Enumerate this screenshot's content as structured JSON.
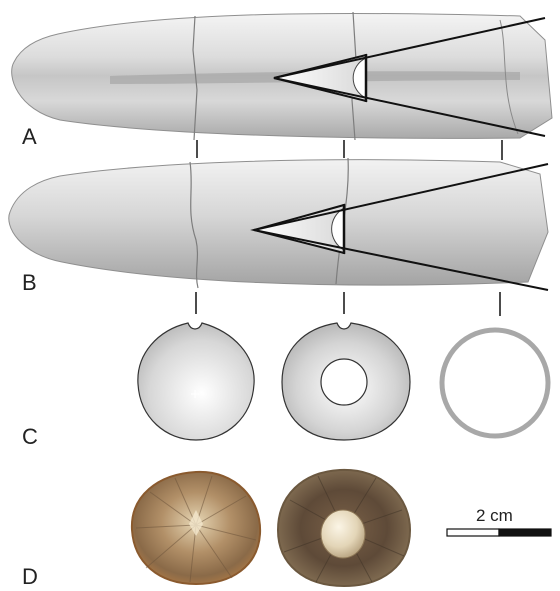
{
  "panels": {
    "a": {
      "label": "A"
    },
    "b": {
      "label": "B"
    },
    "c": {
      "label": "C"
    },
    "d": {
      "label": "D"
    }
  },
  "scale_bar": {
    "label": "2 cm"
  },
  "colors": {
    "fossil_light": "#eeeeee",
    "fossil_mid": "#c9c9c9",
    "fossil_dark": "#9a9a9a",
    "outline": "#111111",
    "section_grey": "#a8a8a8",
    "specimen_brown": "#9a7a5a",
    "specimen_cream": "#e8dcc2"
  }
}
